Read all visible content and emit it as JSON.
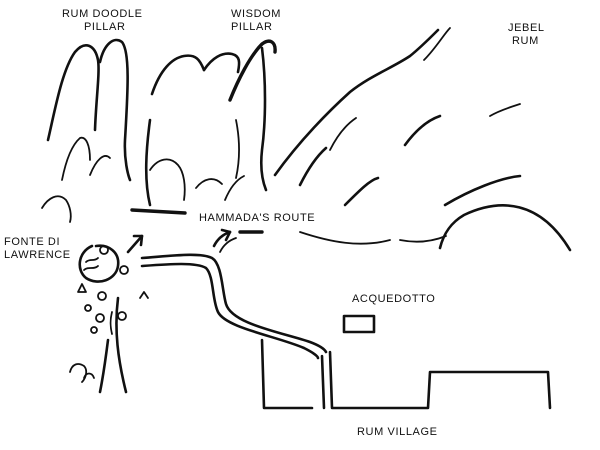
{
  "labels": {
    "rum_doodle_pillar": [
      "RUM DOODLE",
      "PILLAR"
    ],
    "wisdom_pillar": [
      "WISDOM",
      "PILLAR"
    ],
    "jebel_rum": [
      "JEBEL",
      "RUM"
    ],
    "fonte_di_lawrence": [
      "FONTE DI",
      "LAWRENCE"
    ],
    "hammadas_route": "HAMMADA'S ROUTE",
    "acquedotto": "ACQUEDOTTO",
    "rum_village": "RUM VILLAGE"
  },
  "icons": {
    "spring": "spring-icon",
    "trees": "tree-icon",
    "arrows": "arrow-icon"
  },
  "colors": {
    "ink": "#111111",
    "paper": "#ffffff"
  }
}
